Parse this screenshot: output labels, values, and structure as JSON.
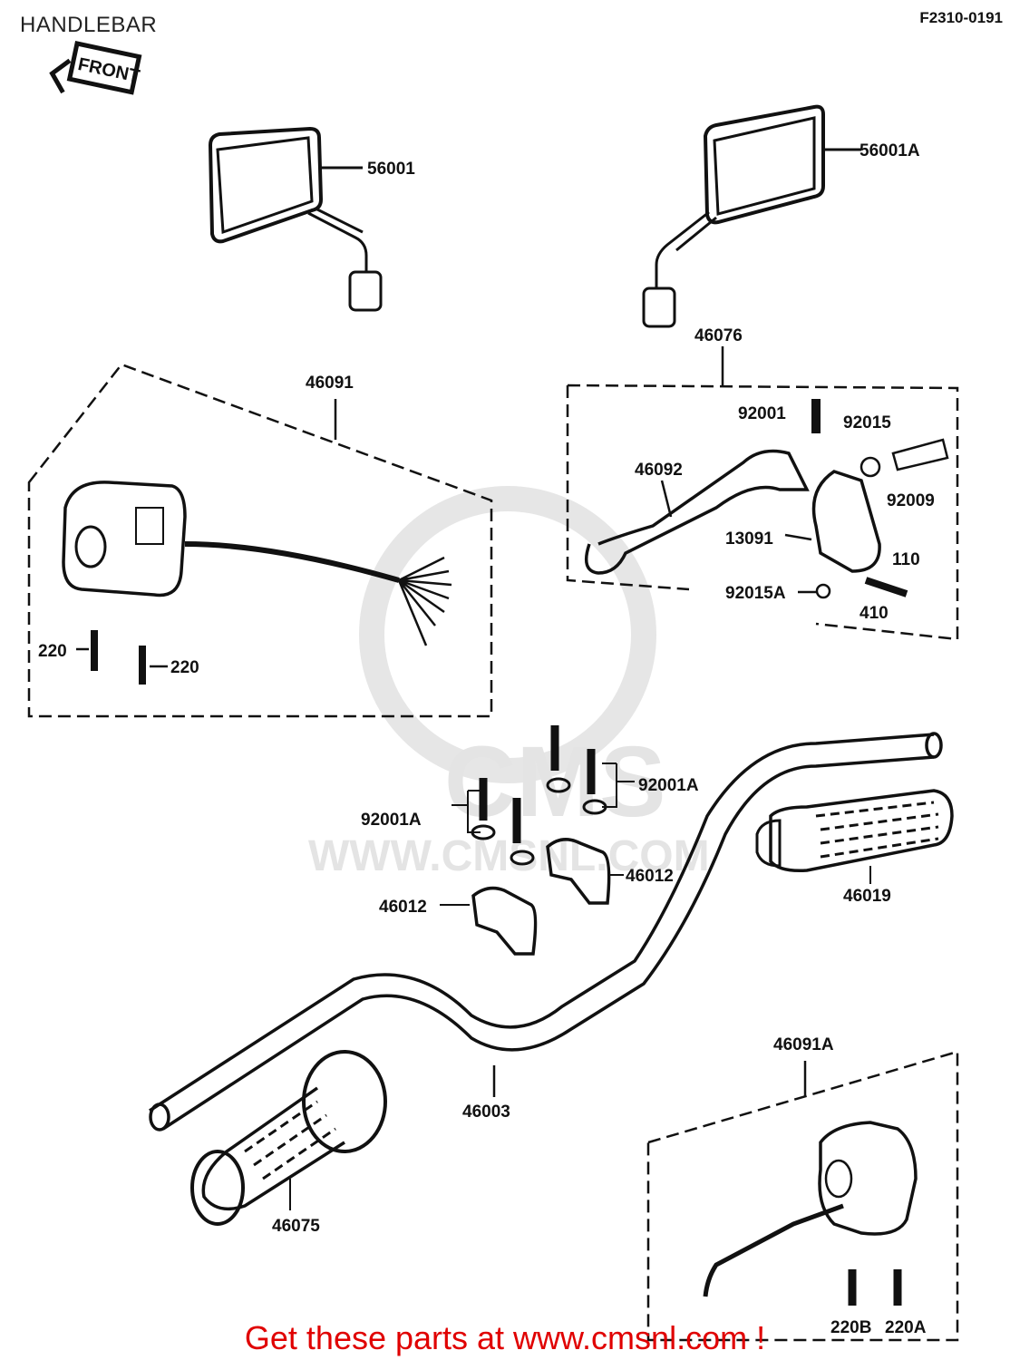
{
  "header": {
    "title": "HANDLEBAR",
    "figure_code": "F2310-0191"
  },
  "front_marker": "FRONT",
  "watermark": {
    "logo": "CMS",
    "url": "WWW.CMSNL.COM"
  },
  "parts": {
    "p56001": "56001",
    "p56001A": "56001A",
    "p46076": "46076",
    "p46091": "46091",
    "p92001": "92001",
    "p92015": "92015",
    "p46092": "46092",
    "p92009": "92009",
    "p13091": "13091",
    "p110": "110",
    "p92015A": "92015A",
    "p410": "410",
    "p220a": "220",
    "p220b": "220",
    "p92001A_r": "92001A",
    "p92001A_l": "92001A",
    "p46012_r": "46012",
    "p46012_l": "46012",
    "p46019": "46019",
    "p46003": "46003",
    "p46091A": "46091A",
    "p46075": "46075",
    "p220B": "220B",
    "p220A": "220A"
  },
  "footer": {
    "promo": "Get these parts at www.cmsnl.com !"
  }
}
